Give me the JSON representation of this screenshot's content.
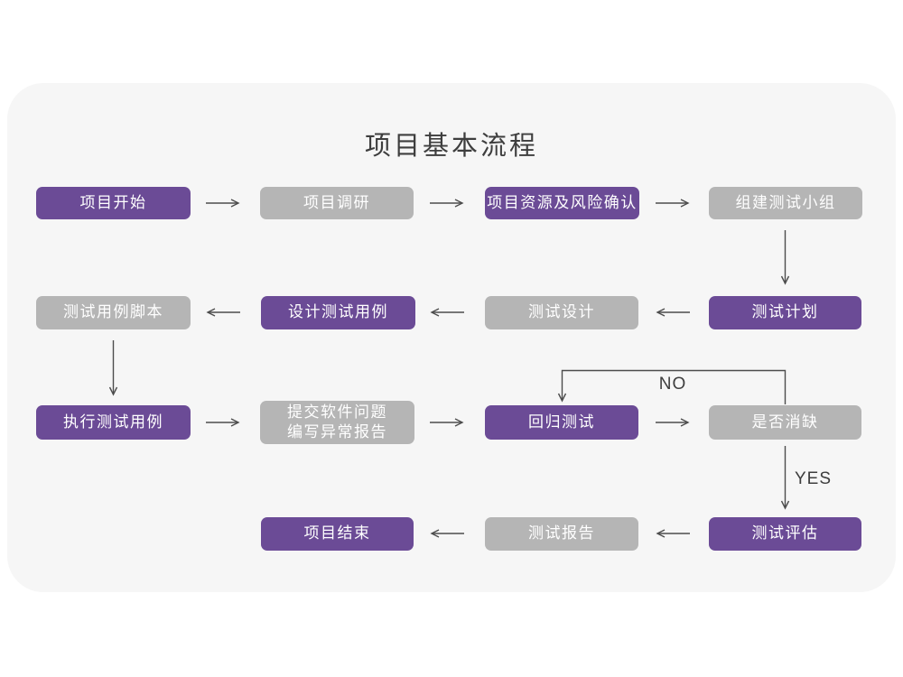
{
  "title": "项目基本流程",
  "colors": {
    "node_purple": "#6B4B96",
    "node_gray": "#B5B5B5",
    "card_background": "#F6F6F6",
    "page_background": "#FFFFFF",
    "arrow": "#4D4D4D",
    "node_text": "#FFFFFF",
    "title_text": "#3E3E3E"
  },
  "nodes": [
    {
      "id": "project-start",
      "label": "项目开始",
      "variant": "purple"
    },
    {
      "id": "project-research",
      "label": "项目调研",
      "variant": "gray"
    },
    {
      "id": "resources-risk",
      "label": "项目资源及风险确认",
      "variant": "purple"
    },
    {
      "id": "build-test-team",
      "label": "组建测试小组",
      "variant": "gray"
    },
    {
      "id": "test-plan",
      "label": "测试计划",
      "variant": "purple"
    },
    {
      "id": "test-design",
      "label": "测试设计",
      "variant": "gray"
    },
    {
      "id": "design-test-cases",
      "label": "设计测试用例",
      "variant": "purple"
    },
    {
      "id": "test-case-script",
      "label": "测试用例脚本",
      "variant": "gray"
    },
    {
      "id": "execute-test-cases",
      "label": "执行测试用例",
      "variant": "purple"
    },
    {
      "id": "submit-issues",
      "label_line1": "提交软件问题",
      "label_line2": "编写异常报告",
      "variant": "gray"
    },
    {
      "id": "regression-test",
      "label": "回归测试",
      "variant": "purple"
    },
    {
      "id": "defect-cleared",
      "label": "是否消缺",
      "variant": "gray"
    },
    {
      "id": "test-evaluation",
      "label": "测试评估",
      "variant": "purple"
    },
    {
      "id": "test-report",
      "label": "测试报告",
      "variant": "gray"
    },
    {
      "id": "project-end",
      "label": "项目结束",
      "variant": "purple"
    }
  ],
  "edge_labels": {
    "no": "NO",
    "yes": "YES"
  },
  "edges": [
    {
      "from": "project-start",
      "to": "project-research"
    },
    {
      "from": "project-research",
      "to": "resources-risk"
    },
    {
      "from": "resources-risk",
      "to": "build-test-team"
    },
    {
      "from": "build-test-team",
      "to": "test-plan"
    },
    {
      "from": "test-plan",
      "to": "test-design"
    },
    {
      "from": "test-design",
      "to": "design-test-cases"
    },
    {
      "from": "design-test-cases",
      "to": "test-case-script"
    },
    {
      "from": "test-case-script",
      "to": "execute-test-cases"
    },
    {
      "from": "execute-test-cases",
      "to": "submit-issues"
    },
    {
      "from": "submit-issues",
      "to": "regression-test"
    },
    {
      "from": "regression-test",
      "to": "defect-cleared"
    },
    {
      "from": "defect-cleared",
      "to": "regression-test",
      "label": "NO"
    },
    {
      "from": "defect-cleared",
      "to": "test-evaluation",
      "label": "YES"
    },
    {
      "from": "test-evaluation",
      "to": "test-report"
    },
    {
      "from": "test-report",
      "to": "project-end"
    }
  ]
}
